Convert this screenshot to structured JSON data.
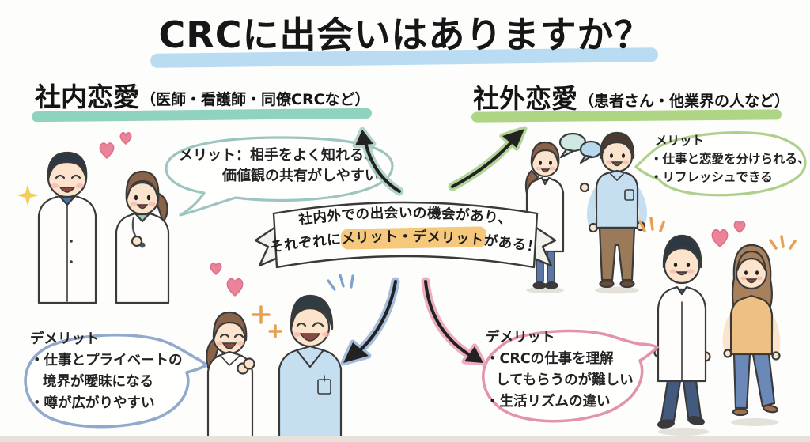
{
  "title": {
    "text": "CRCに出会いはありますか？"
  },
  "sections": {
    "internal": {
      "heading": "社内恋愛",
      "heading_note": "（医師・看護師・同僚CRCなど）",
      "merit_bubble": {
        "line1": "メリット：相手をよく知れる、",
        "line2": "価値観の共有がしやすい"
      },
      "demerit_bubble": {
        "title": "デメリット",
        "line1": "・仕事とプライベートの",
        "line2": "境界が曖昧になる",
        "line3": "・噂が広がりやすい"
      }
    },
    "external": {
      "heading": "社外恋愛",
      "heading_note": "（患者さん・他業界の人など）",
      "merit_bubble": {
        "title": "メリット",
        "line1": "・仕事と恋愛を分けられる、",
        "line2": "・リフレッシュできる"
      },
      "demerit_bubble": {
        "title": "デメリット",
        "line1": "・CRCの仕事を理解",
        "line2": "してもらうのが難しい",
        "line3": "・生活リズムの違い"
      }
    }
  },
  "banner": {
    "line1": "社内外での出会いの機会があり、",
    "line2_pre": "それぞれに",
    "line2_highlight": "メリット・デメリット",
    "line2_post": "がある！"
  },
  "colors": {
    "title_highlight": "#b9dcf2",
    "internal_heading_highlight": "#8fd2bd",
    "external_heading_highlight": "#aed584",
    "banner_phrase_highlight": "#f6c87c",
    "internal_merit_bubble": "#9cc5bf",
    "external_merit_bubble": "#aed08c",
    "internal_demerit_bubble": "#92a9ce",
    "external_demerit_bubble": "#e394ab",
    "arrow_up_left_glow": "#abcfc8",
    "arrow_up_right_glow": "#a9cf8c",
    "arrow_down_left_glow": "#9db6d8",
    "arrow_down_right_glow": "#eba4b9"
  }
}
